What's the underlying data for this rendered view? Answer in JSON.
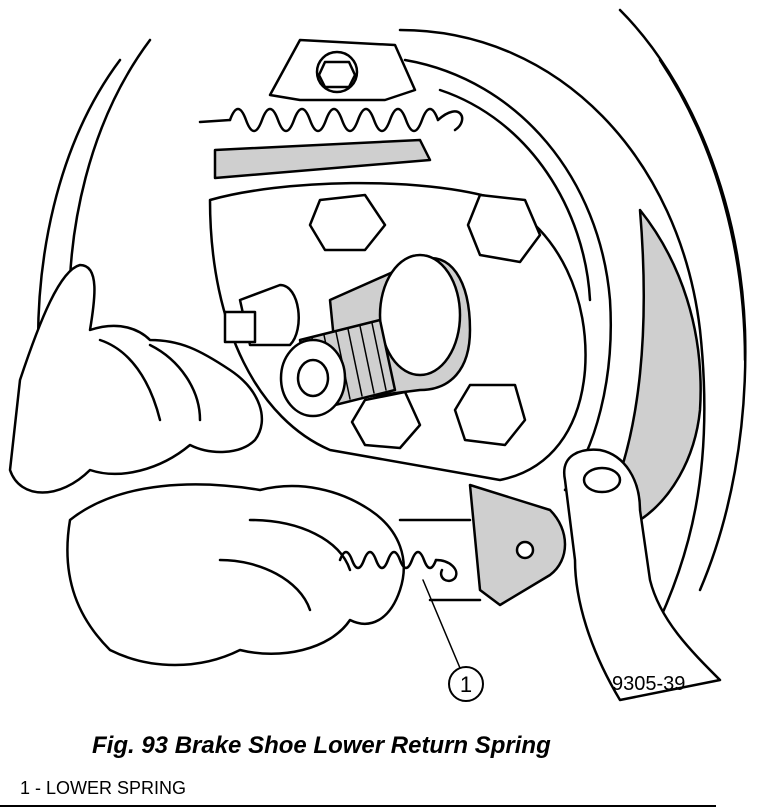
{
  "figure": {
    "callout": "1",
    "figure_id": "9305-39",
    "caption": "Fig. 93 Brake Shoe Lower Return Spring"
  },
  "legend": {
    "items": [
      "1 - LOWER SPRING"
    ]
  }
}
